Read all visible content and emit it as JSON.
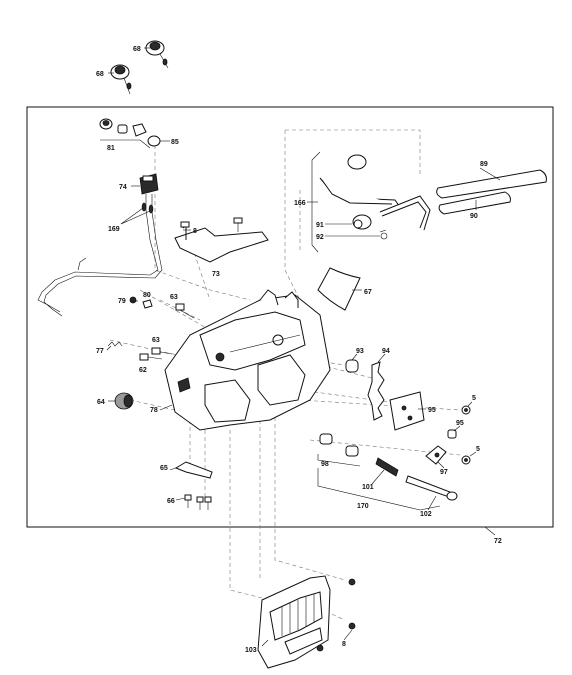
{
  "diagram": {
    "labels": {
      "p68a": "68",
      "p68b": "68",
      "p81": "81",
      "p85": "85",
      "p74": "74",
      "p169": "169",
      "p8a": "8",
      "p73": "73",
      "p79": "79",
      "p80": "80",
      "p63a": "63",
      "p77": "77",
      "p63b": "63",
      "p62": "62",
      "p64": "64",
      "p78": "78",
      "p65": "65",
      "p66": "66",
      "p166": "166",
      "p89": "89",
      "p90": "90",
      "p91": "91",
      "p92": "92",
      "p67": "67",
      "p93": "93",
      "p94": "94",
      "p95a": "95",
      "p5a": "5",
      "p95b": "95",
      "p5b": "5",
      "p97": "97",
      "p98": "98",
      "p101": "101",
      "p170": "170",
      "p102": "102",
      "p72": "72",
      "p103": "103",
      "p8b": "8"
    }
  }
}
